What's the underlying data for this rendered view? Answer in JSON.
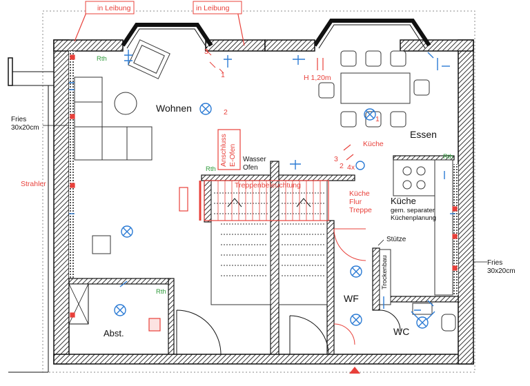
{
  "rooms": {
    "wohnen": "Wohnen",
    "essen": "Essen",
    "kueche": "Küche",
    "kueche_note_1": "gem. separater",
    "kueche_note_2": "Küchenplanung",
    "abst": "Abst.",
    "wf": "WF",
    "wc": "WC"
  },
  "annotations": {
    "leibung_left": "in Leibung",
    "leibung_right": "in Leibung",
    "fries_left_1": "Fries",
    "fries_left_2": "30x20cm",
    "fries_right_1": "Fries",
    "fries_right_2": "30x20cm",
    "strahler": "Strahler",
    "rth_1": "Rth",
    "rth_2": "Rth",
    "rth_3": "Rth",
    "rth_4": "Rth",
    "anschluss_1": "Anschluss",
    "anschluss_2": "E-Ofen",
    "wasser": "Wasser",
    "ofen": "Ofen",
    "treppen": "Treppenbeleuchtung",
    "h120": "H 1,20m",
    "kueche_sw": "Küche",
    "kueche_flur_1": "Küche",
    "kueche_flur_2": "Flur",
    "kueche_flur_3": "Treppe",
    "times4": "4x",
    "stuetze": "Stütze",
    "trockenbau": "Trockenbau",
    "num_2": "2",
    "num_1": "1",
    "num_3": "3",
    "num_1b": "1",
    "num_2b": "2",
    "num_3b": "3"
  },
  "colors": {
    "wall": "#222222",
    "hatch": "#666666",
    "electric_red": "#e8403a",
    "fixture_blue": "#2a7ad4",
    "heating_green": "#2e9a3a",
    "line": "#333333"
  }
}
